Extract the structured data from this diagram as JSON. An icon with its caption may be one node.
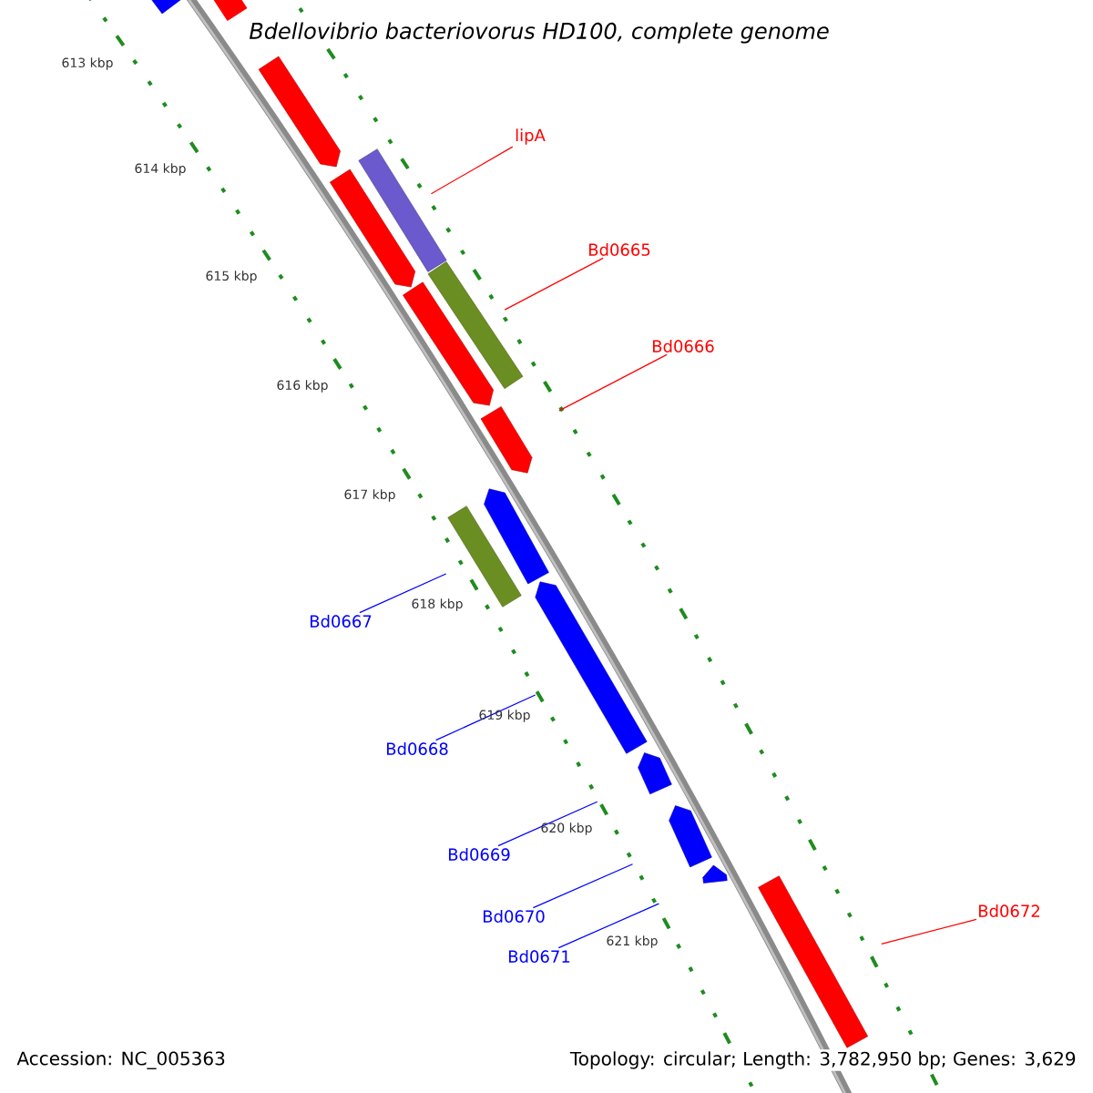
{
  "diagram": {
    "title": "Bdellovibrio bacteriovorus HD100, complete genome",
    "nodes": [
      {
        "text": [
          "lipA"
        ]
      },
      {
        "text": [
          "Bd0665"
        ]
      },
      {
        "text": [
          "Bd0666"
        ]
      },
      {
        "text": [
          "Bd0667"
        ]
      },
      {
        "text": [
          "Bd0668"
        ]
      },
      {
        "text": [
          "Bd0669"
        ]
      },
      {
        "text": [
          "Bd0670"
        ]
      },
      {
        "text": [
          "Bd0671"
        ]
      },
      {
        "text": [
          "Bd0672"
        ]
      },
      {
        "text": [],
        "shape": "arrow"
      },
      {
        "text": [],
        "shape": "arrow"
      },
      {
        "text": [],
        "shape": "bar"
      },
      {
        "text": [],
        "shape": "arrow"
      },
      {
        "text": [],
        "shape": "arrow"
      },
      {
        "text": [],
        "shape": "bar"
      },
      {
        "text": [],
        "shape": "arrow"
      },
      {
        "text": [],
        "shape": "arrow"
      },
      {
        "text": [],
        "shape": "bar"
      },
      {
        "text": [],
        "shape": "arrow"
      },
      {
        "text": [],
        "shape": "arrow"
      },
      {
        "text": [],
        "shape": "arrow"
      },
      {
        "text": [],
        "shape": "arrow"
      },
      {
        "text": [],
        "shape": "arrow"
      }
    ],
    "edges": [
      {
        "from": 0,
        "to": 11,
        "arrow": "none",
        "color": "#ff0000"
      },
      {
        "from": 1,
        "to": 14,
        "arrow": "none",
        "color": "#ff0000"
      },
      {
        "from": 2,
        "to": 15,
        "arrow": "none",
        "color": "#ff0000"
      },
      {
        "from": 3,
        "to": 17,
        "arrow": "none"
      },
      {
        "from": 4,
        "to": 18,
        "arrow": "none"
      },
      {
        "from": 5,
        "to": 19,
        "arrow": "none"
      },
      {
        "from": 6,
        "to": 20,
        "arrow": "none"
      },
      {
        "from": 7,
        "to": 21,
        "arrow": "none"
      },
      {
        "from": 8,
        "to": 22,
        "arrow": "none",
        "color": "#ff0000"
      }
    ],
    "labels": [
      "613 kbp",
      "614 kbp",
      "615 kbp",
      "616 kbp",
      "617 kbp",
      "618 kbp",
      "619 kbp",
      "620 kbp",
      "621 kbp",
      "Accession: NC_005363",
      "Topology: circular; Length: 3,782,950 bp; Genes: 3,629"
    ]
  }
}
